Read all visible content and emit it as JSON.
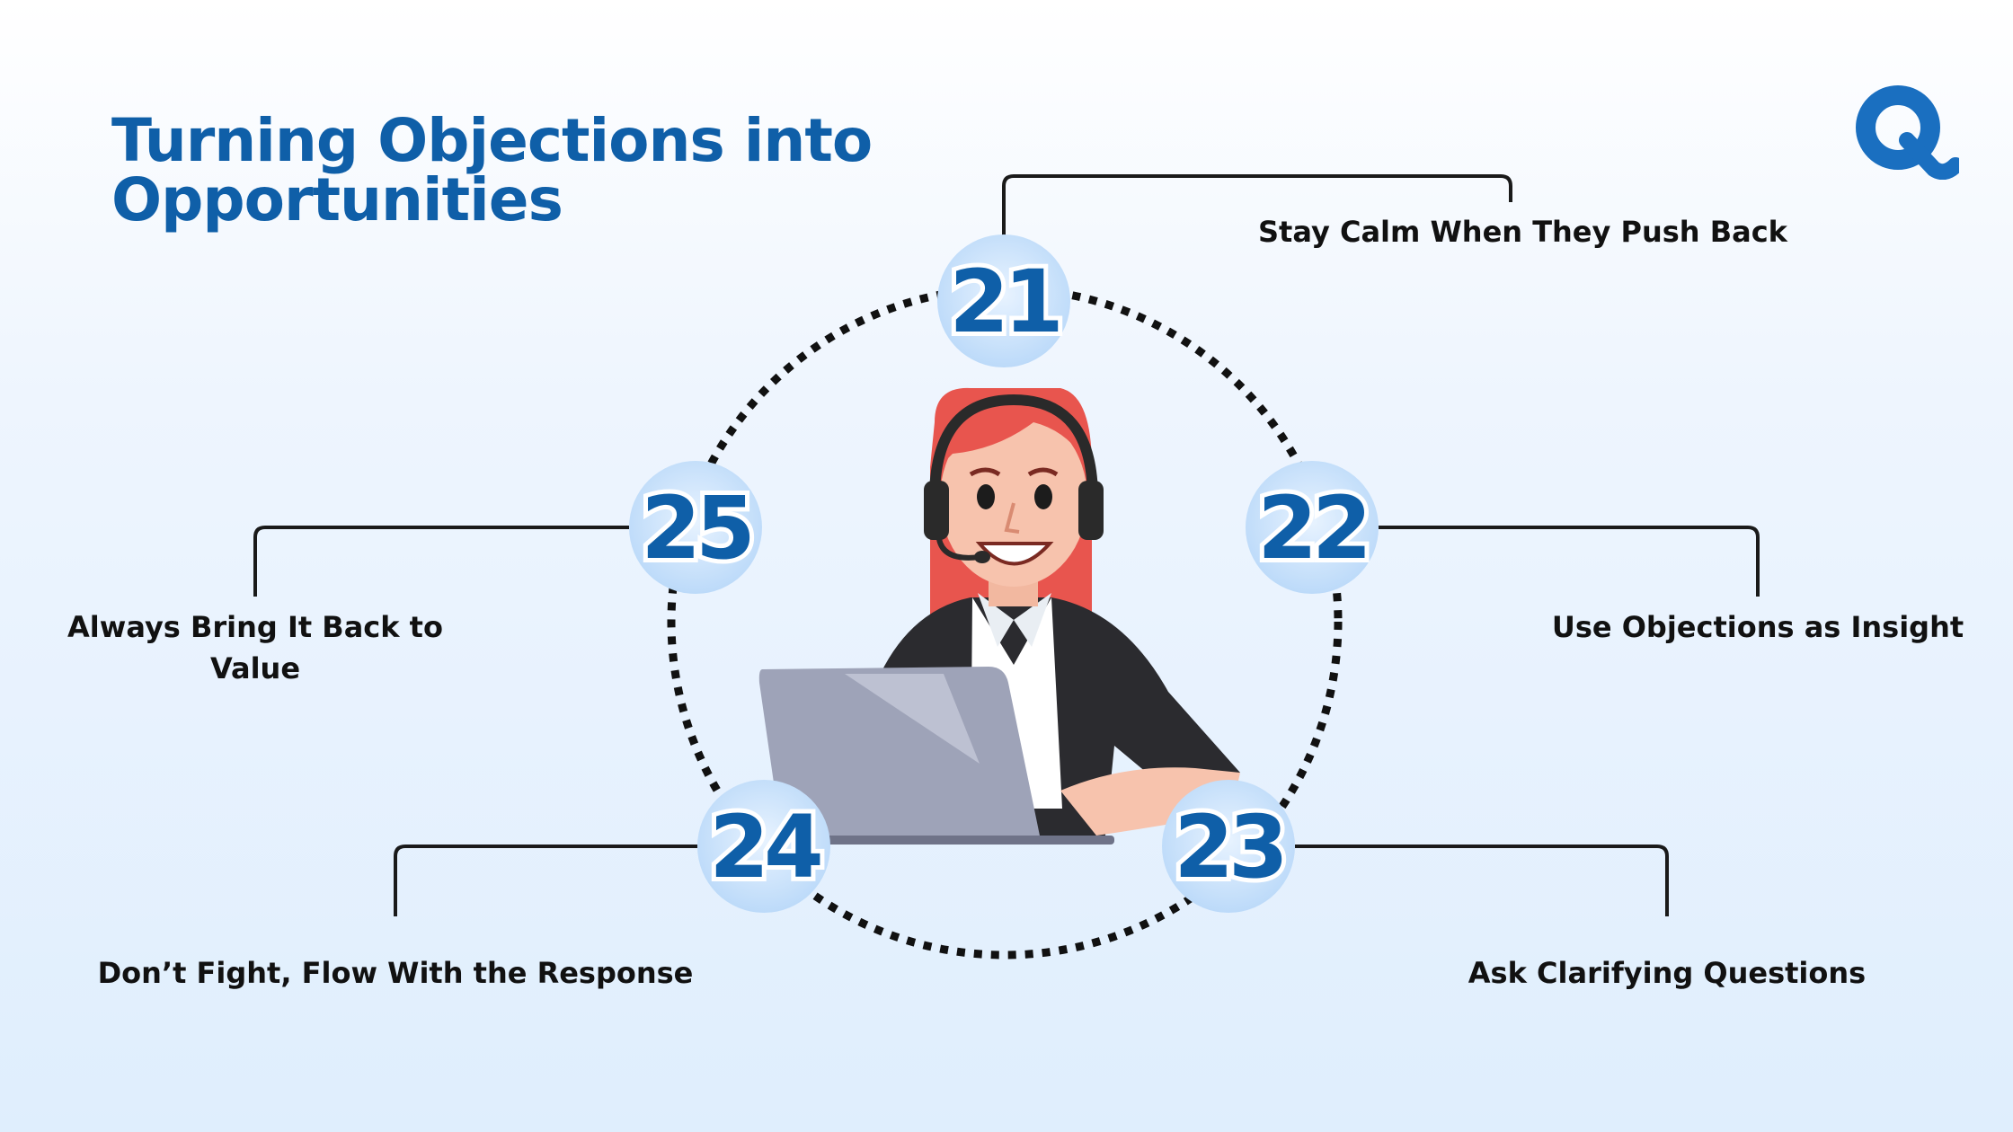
{
  "title": {
    "line1": "Turning Objections into",
    "line2": "Opportunities"
  },
  "logo": {
    "letter": "Q",
    "icon": "q-logo-icon",
    "color": "#1a6fc0"
  },
  "colors": {
    "title": "#0f5fa8",
    "badge_fill": "#0f5fa8",
    "badge_bg": "#cfe4fb",
    "connector": "#1a1a1a",
    "ring": "#111111"
  },
  "illustration": {
    "icon": "support-agent-with-headset-and-laptop-icon"
  },
  "steps": [
    {
      "number": "21",
      "label": "Stay Calm When They Push Back"
    },
    {
      "number": "22",
      "label": "Use Objections as Insight"
    },
    {
      "number": "23",
      "label": "Ask Clarifying Questions"
    },
    {
      "number": "24",
      "label": "Don’t Fight, Flow With the Response"
    },
    {
      "number": "25",
      "label_line1": "Always Bring It Back to",
      "label_line2": "Value"
    }
  ]
}
